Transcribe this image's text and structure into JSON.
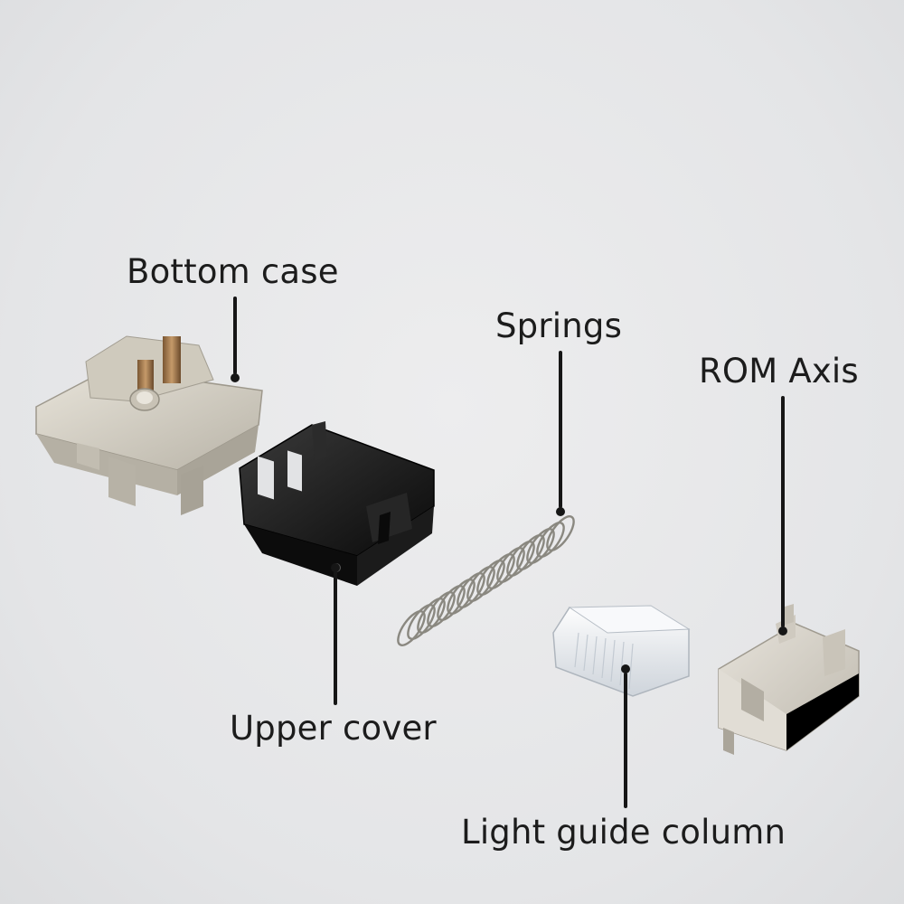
{
  "labels": {
    "bottom_case": "Bottom case",
    "springs": "Springs",
    "rom_axis": "ROM Axis",
    "upper_cover": "Upper cover",
    "light_guide_column": "Light guide column"
  },
  "colors": {
    "background": "#e6e7e9",
    "leader_line": "#161616",
    "bottom_case_plastic": "#d9d4c8",
    "upper_cover_plastic": "#141414",
    "spring_metal": "#8a8880",
    "rom_axis_plastic": "#d6d1c7",
    "light_guide": "#eef2f6"
  }
}
